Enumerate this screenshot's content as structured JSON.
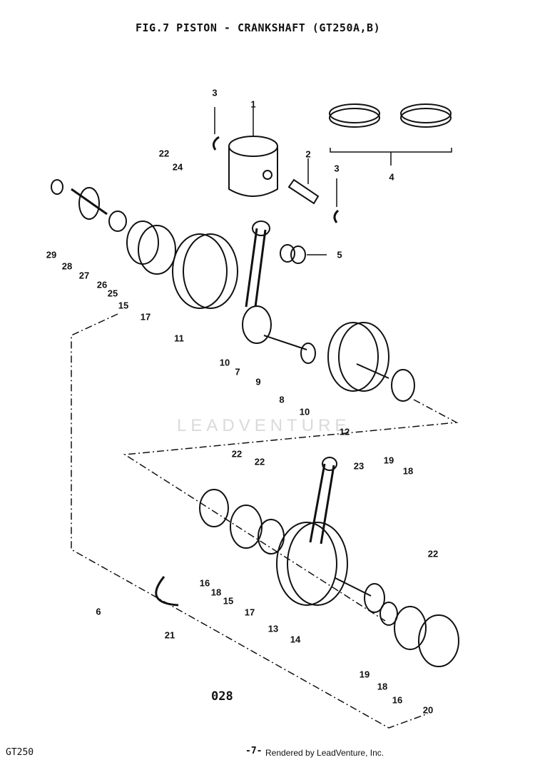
{
  "title": "FIG.7  PISTON - CRANKSHAFT (GT250A,B)",
  "footer": {
    "model": "GT250",
    "page": "-7-",
    "rendered_by": "Rendered by LeadVenture, Inc."
  },
  "drawing_code": "028",
  "watermark": "LEADVENTURE",
  "callouts": [
    "3",
    "1",
    "2",
    "3",
    "4",
    "5",
    "22",
    "24",
    "29",
    "28",
    "27",
    "26",
    "25",
    "15",
    "17",
    "11",
    "10",
    "7",
    "9",
    "8",
    "10",
    "12",
    "19",
    "18",
    "22",
    "22",
    "23",
    "16",
    "18",
    "15",
    "17",
    "13",
    "14",
    "6",
    "21",
    "19",
    "18",
    "16",
    "20",
    "22"
  ]
}
